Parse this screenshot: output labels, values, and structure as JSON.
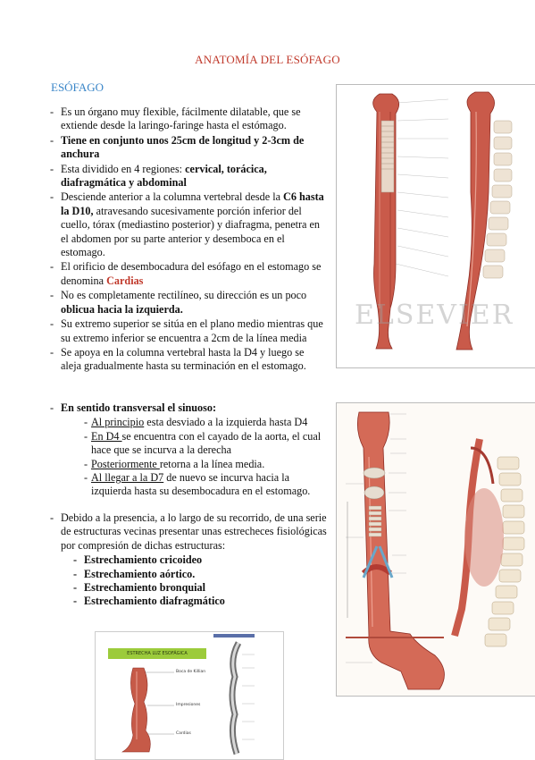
{
  "title": "ANATOMÍA DEL ESÓFAGO",
  "section": "ESÓFAGO",
  "bullets": [
    {
      "parts": [
        {
          "t": "Es un órgano muy flexible, fácilmente dilatable, que se extiende desde la laringo-faringe hasta el estómago."
        }
      ]
    },
    {
      "parts": [
        {
          "t": "Tiene en conjunto unos 25cm de longitud y 2-3cm de anchura",
          "s": "b"
        }
      ]
    },
    {
      "parts": [
        {
          "t": "Esta dividido en 4 regiones: "
        },
        {
          "t": "cervical, torácica, diafragmática y abdominal",
          "s": "b"
        }
      ]
    },
    {
      "parts": [
        {
          "t": "Desciende anterior    a la columna vertebral desde la "
        },
        {
          "t": "C6 hasta la D10,",
          "s": "b"
        },
        {
          "t": " atravesando sucesivamente porción inferior del cuello, tórax   (mediastino posterior) y diafragma, penetra en el abdomen por su parte anterior y desemboca en el estomago."
        }
      ]
    },
    {
      "parts": [
        {
          "t": "El orificio de desembocadura del esófago en el estomago se denomina "
        },
        {
          "t": "Cardias",
          "s": "red"
        }
      ]
    },
    {
      "parts": [
        {
          "t": "No es completamente rectilíneo, su dirección es un poco "
        },
        {
          "t": "oblicua hacia la izquierda.",
          "s": "b"
        }
      ]
    },
    {
      "parts": [
        {
          "t": "Su extremo superior se sitúa en el plano medio mientras que    su extremo inferior se encuentra a 2cm de la línea media"
        }
      ]
    },
    {
      "parts": [
        {
          "t": "Se apoya en la columna vertebral hasta la D4 y luego se aleja gradualmente hasta su terminación en el estomago."
        }
      ]
    }
  ],
  "transversal": {
    "heading": "En sentido transversal el sinuoso:",
    "items": [
      {
        "u": "Al principio",
        "t": " esta desviado a la izquierda   hasta D4"
      },
      {
        "u": "En D4 ",
        "t": "se encuentra con el cayado de la aorta, el cual hace que se   incurva a la derecha"
      },
      {
        "u": "Posteriormente ",
        "t": "retorna a la línea media."
      },
      {
        "u": "Al llegar a la D7",
        "t": " de nuevo se incurva hacia la izquierda hasta su desembocadura en el estomago."
      }
    ]
  },
  "estrechamientos": {
    "intro": "Debido a la presencia,  a lo largo de su recorrido, de una serie de estructuras vecinas presentar unas estrecheces   fisiológicas por compresión de dichas estructuras:",
    "items": [
      "Estrechamiento cricoideo",
      "Estrechamiento aórtico.",
      "Estrechamiento bronquial",
      "Estrechamiento diafragmático"
    ]
  },
  "figures": {
    "fig1_watermark": "ELSEVIER",
    "fig3_title": "ESTRECHA LUZ ESOFÁGICA",
    "fig3_labels": [
      "Boca de Killian",
      "Impresiones",
      "Cardias"
    ]
  },
  "colors": {
    "accent_red": "#c0392b",
    "section_blue": "#3a86c8"
  }
}
